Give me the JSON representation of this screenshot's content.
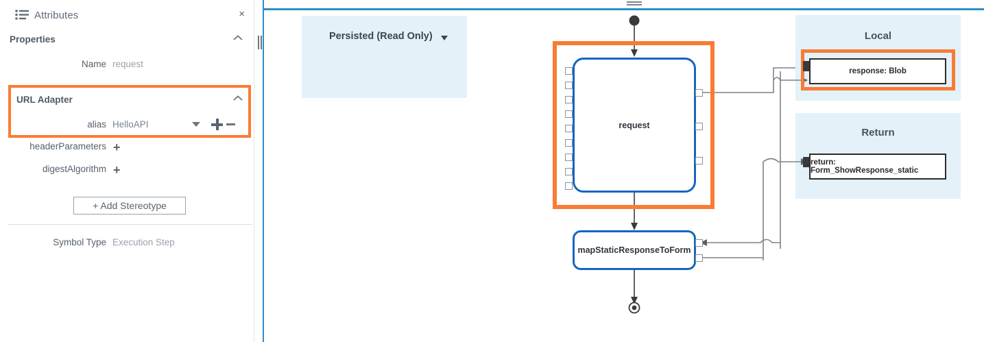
{
  "panel": {
    "header": {
      "title": "Attributes",
      "icon": "list-icon",
      "close_label": "×"
    },
    "sections": [
      {
        "title": "Properties",
        "collapse_icon": "chevron-up-icon"
      },
      {
        "title": "URL Adapter",
        "collapse_icon": "chevron-up-icon"
      }
    ],
    "properties": {
      "name_label": "Name",
      "name_value": "request"
    },
    "url_adapter": {
      "alias_label": "alias",
      "alias_value": "HelloAPI",
      "dropdown_icon": "chevron-down-icon",
      "add_icon": "plus-icon",
      "remove_icon": "minus-icon"
    },
    "attributes": [
      {
        "label": "headerParameters",
        "add_icon": "plus-icon"
      },
      {
        "label": "digestAlgorithm",
        "add_icon": "plus-icon"
      }
    ],
    "add_stereotype_label": "+ Add Stereotype",
    "symbol_type": {
      "label": "Symbol Type",
      "value": "Execution Step"
    }
  },
  "canvas": {
    "persisted_badge": {
      "label": "Persisted (Read Only)",
      "caret_icon": "caret-down-icon"
    },
    "nodes": [
      {
        "id": "request",
        "label": "request"
      },
      {
        "id": "mapStaticResponseToForm",
        "label": "mapStaticResponseToForm"
      }
    ],
    "start_marker": "start-node",
    "end_marker": "end-node",
    "groups": [
      {
        "title": "Local",
        "variables": [
          {
            "label": "response: Blob"
          }
        ]
      },
      {
        "title": "Return",
        "variables": [
          {
            "label": "return: Form_ShowResponse_static"
          }
        ]
      }
    ]
  },
  "colors": {
    "highlight_orange": "#f97c35",
    "node_blue": "#1565c0",
    "group_blue_bg": "#e4f1f9",
    "canvas_rule": "#2b8fc7"
  }
}
